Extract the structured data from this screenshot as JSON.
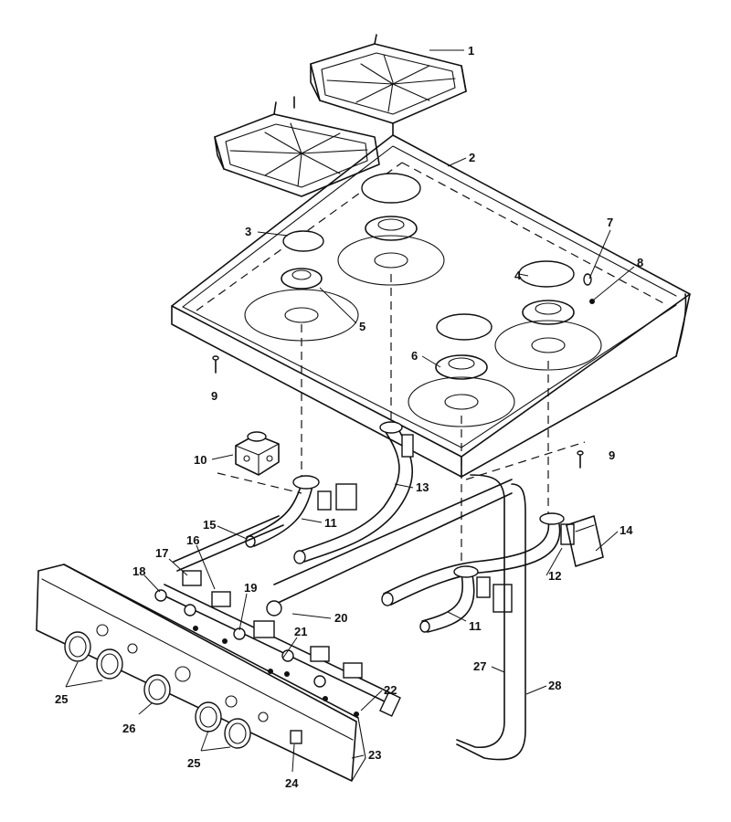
{
  "callouts": [
    {
      "id": "c1",
      "text": "1"
    },
    {
      "id": "c2",
      "text": "2"
    },
    {
      "id": "c3",
      "text": "3"
    },
    {
      "id": "c4",
      "text": "4"
    },
    {
      "id": "c5",
      "text": "5"
    },
    {
      "id": "c6",
      "text": "6"
    },
    {
      "id": "c7",
      "text": "7"
    },
    {
      "id": "c8",
      "text": "8"
    },
    {
      "id": "c9a",
      "text": "9"
    },
    {
      "id": "c9b",
      "text": "9"
    },
    {
      "id": "c10",
      "text": "10"
    },
    {
      "id": "c11a",
      "text": "11"
    },
    {
      "id": "c11b",
      "text": "11"
    },
    {
      "id": "c12",
      "text": "12"
    },
    {
      "id": "c13",
      "text": "13"
    },
    {
      "id": "c14",
      "text": "14"
    },
    {
      "id": "c15",
      "text": "15"
    },
    {
      "id": "c16",
      "text": "16"
    },
    {
      "id": "c17",
      "text": "17"
    },
    {
      "id": "c18",
      "text": "18"
    },
    {
      "id": "c19",
      "text": "19"
    },
    {
      "id": "c20",
      "text": "20"
    },
    {
      "id": "c21",
      "text": "21"
    },
    {
      "id": "c22",
      "text": "22"
    },
    {
      "id": "c23",
      "text": "23"
    },
    {
      "id": "c24",
      "text": "24"
    },
    {
      "id": "c25a",
      "text": "25"
    },
    {
      "id": "c25b",
      "text": "25"
    },
    {
      "id": "c26",
      "text": "26"
    },
    {
      "id": "c27",
      "text": "27"
    },
    {
      "id": "c28",
      "text": "28"
    }
  ],
  "colors": {
    "ink": "#111111",
    "paper": "#ffffff"
  }
}
